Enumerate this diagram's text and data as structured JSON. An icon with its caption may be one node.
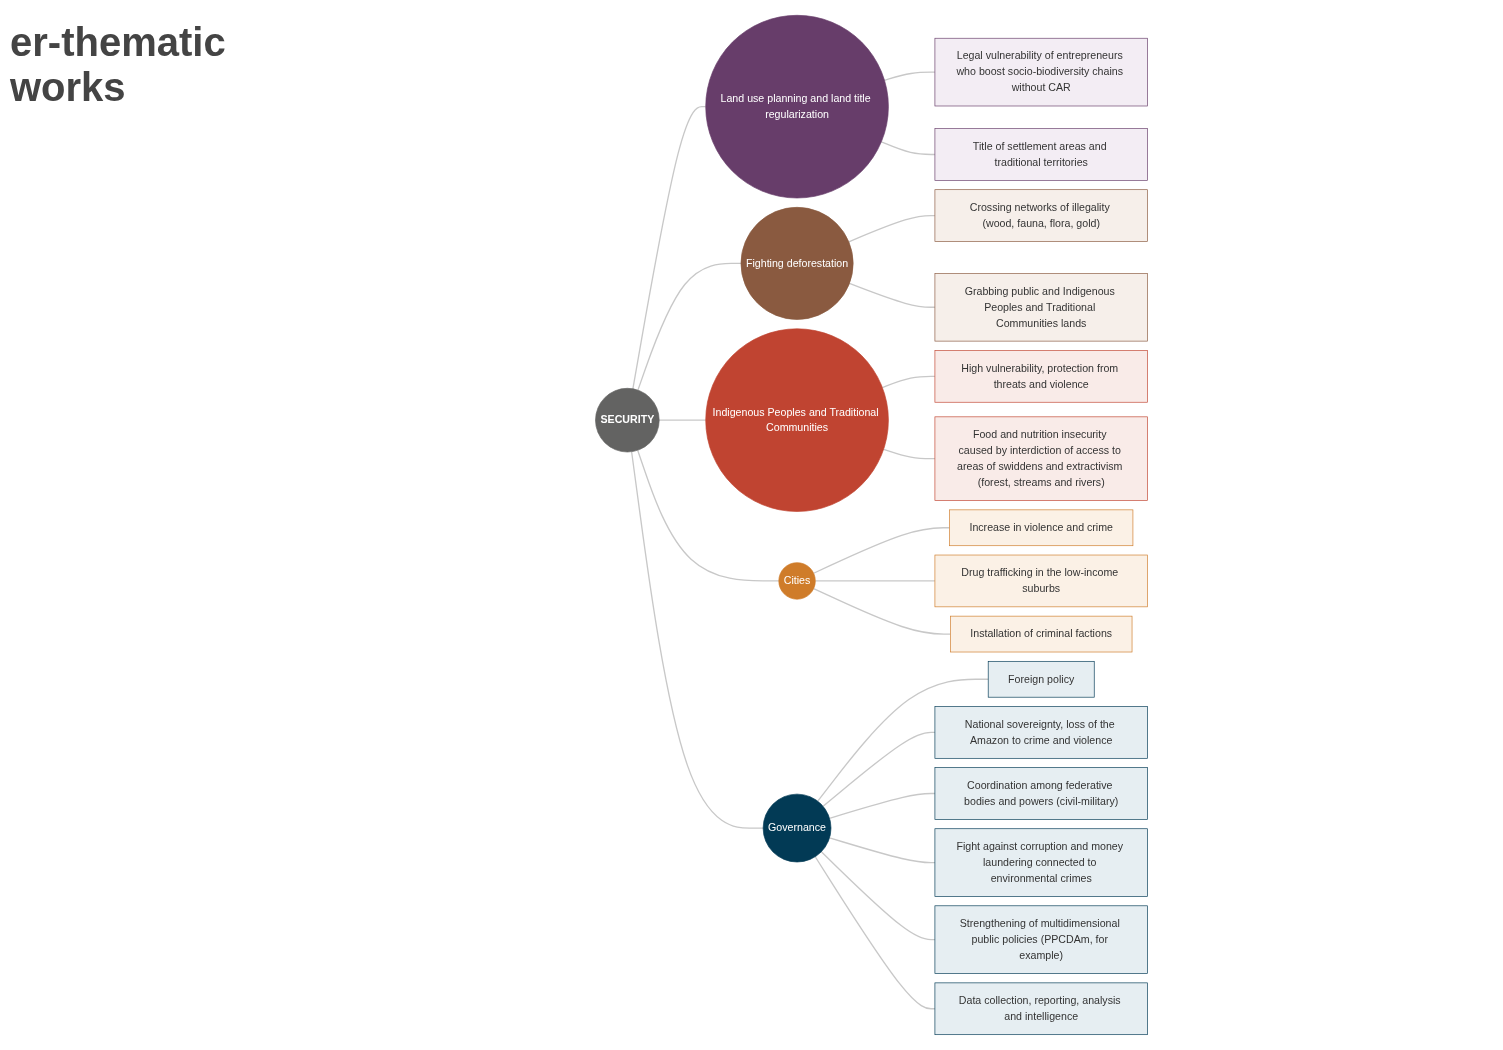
{
  "diagram": {
    "title": "er-thematic works",
    "nodes": [
      {
        "text": [
          "SECURITY"
        ]
      },
      {
        "text": [
          "Land use planning and land title regularization"
        ]
      },
      {
        "text": [
          "Legal vulnerability of entrepreneurs who boost socio-biodiversity chains without CAR"
        ]
      },
      {
        "text": [
          "Title of settlement areas and traditional territories"
        ]
      },
      {
        "text": [
          "Fighting deforestation"
        ]
      },
      {
        "text": [
          "Crossing networks of illegality (wood, fauna, flora, gold)"
        ]
      },
      {
        "text": [
          "Grabbing public and Indigenous Peoples and Traditional Communities lands"
        ]
      },
      {
        "text": [
          "Indigenous Peoples and Traditional Communities"
        ]
      },
      {
        "text": [
          "High vulnerability, protection from threats and violence"
        ]
      },
      {
        "text": [
          "Food and nutrition insecurity caused by interdiction of access to areas of swiddens and extractivism (forest, streams and rivers)"
        ]
      },
      {
        "text": [
          "Cities"
        ]
      },
      {
        "text": [
          "Increase in violence and crime"
        ]
      },
      {
        "text": [
          "Drug trafficking in the low-income suburbs"
        ]
      },
      {
        "text": [
          "Installation of criminal factions"
        ]
      },
      {
        "text": [
          "Governance"
        ]
      },
      {
        "text": [
          "Foreign policy"
        ]
      },
      {
        "text": [
          "National sovereignty, loss of the Amazon to crime and violence"
        ]
      },
      {
        "text": [
          "Coordination among federative bodies and powers (civil-military)"
        ]
      },
      {
        "text": [
          "Fight against corruption and money laundering connected to environmental crimes"
        ]
      },
      {
        "text": [
          "Strengthening of multidimensional public policies (PPCDAm, for example)"
        ]
      },
      {
        "text": [
          "Data collection, reporting, analysis and intelligence"
        ]
      }
    ],
    "edges": [
      {
        "from": 0,
        "to": 1,
        "arrow": "none"
      },
      {
        "from": 1,
        "to": 2,
        "arrow": "none"
      },
      {
        "from": 1,
        "to": 3,
        "arrow": "none"
      },
      {
        "from": 0,
        "to": 4,
        "arrow": "none"
      },
      {
        "from": 4,
        "to": 5,
        "arrow": "none"
      },
      {
        "from": 4,
        "to": 6,
        "arrow": "none"
      },
      {
        "from": 0,
        "to": 7,
        "arrow": "none"
      },
      {
        "from": 7,
        "to": 8,
        "arrow": "none"
      },
      {
        "from": 7,
        "to": 9,
        "arrow": "none"
      },
      {
        "from": 0,
        "to": 10,
        "arrow": "none"
      },
      {
        "from": 10,
        "to": 11,
        "arrow": "none"
      },
      {
        "from": 10,
        "to": 12,
        "arrow": "none"
      },
      {
        "from": 10,
        "to": 13,
        "arrow": "none"
      },
      {
        "from": 0,
        "to": 14,
        "arrow": "none"
      },
      {
        "from": 14,
        "to": 15,
        "arrow": "none"
      },
      {
        "from": 14,
        "to": 16,
        "arrow": "none"
      },
      {
        "from": 14,
        "to": 17,
        "arrow": "none"
      },
      {
        "from": 14,
        "to": 18,
        "arrow": "none"
      },
      {
        "from": 14,
        "to": 19,
        "arrow": "none"
      },
      {
        "from": 14,
        "to": 20,
        "arrow": "none"
      }
    ]
  }
}
